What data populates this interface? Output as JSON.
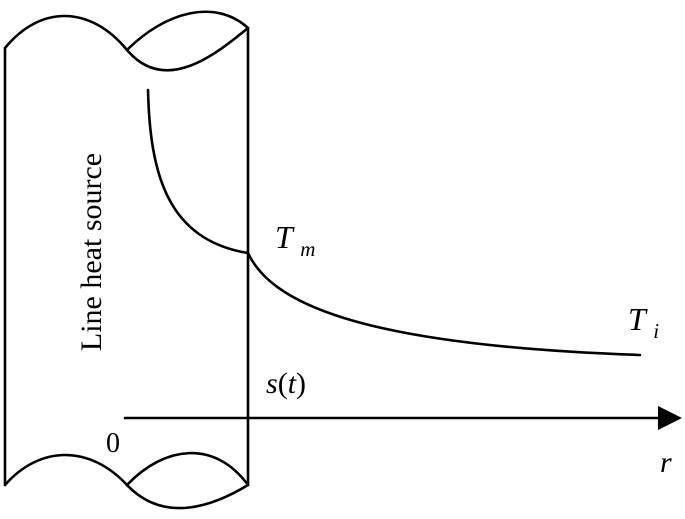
{
  "diagram": {
    "source_label": "Line heat source",
    "melt_temperature": {
      "symbol": "T",
      "subscript": "m"
    },
    "initial_temperature": {
      "symbol": "T",
      "subscript": "i"
    },
    "interface_label": "s(t)",
    "origin_label": "0",
    "axis_label": "r"
  }
}
